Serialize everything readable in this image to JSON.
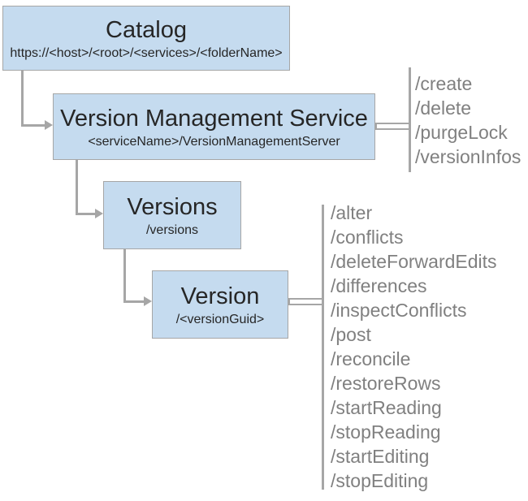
{
  "diagram": {
    "nodes": [
      {
        "id": "catalog",
        "title": "Catalog",
        "subtitle": "https://<host>/<root>/<services>/<folderName>"
      },
      {
        "id": "version-management-service",
        "title": "Version Management Service",
        "subtitle": "<serviceName>/VersionManagementServer"
      },
      {
        "id": "versions",
        "title": "Versions",
        "subtitle": "/versions"
      },
      {
        "id": "version",
        "title": "Version",
        "subtitle": "/<versionGuid>"
      }
    ],
    "service_endpoints": [
      "/create",
      "/delete",
      "/purgeLock",
      "/versionInfos"
    ],
    "version_endpoints": [
      "/alter",
      "/conflicts",
      "/deleteForwardEdits",
      "/differences",
      "/inspectConflicts",
      "/post",
      "/reconcile",
      "/restoreRows",
      "/startReading",
      "/stopReading",
      "/startEditing",
      "/stopEditing"
    ],
    "colors": {
      "box_fill": "#c5dbef",
      "box_border": "#a6a6a6",
      "connector": "#a6a6a6",
      "endpoint_text": "#808080",
      "title_text": "#262626"
    }
  }
}
